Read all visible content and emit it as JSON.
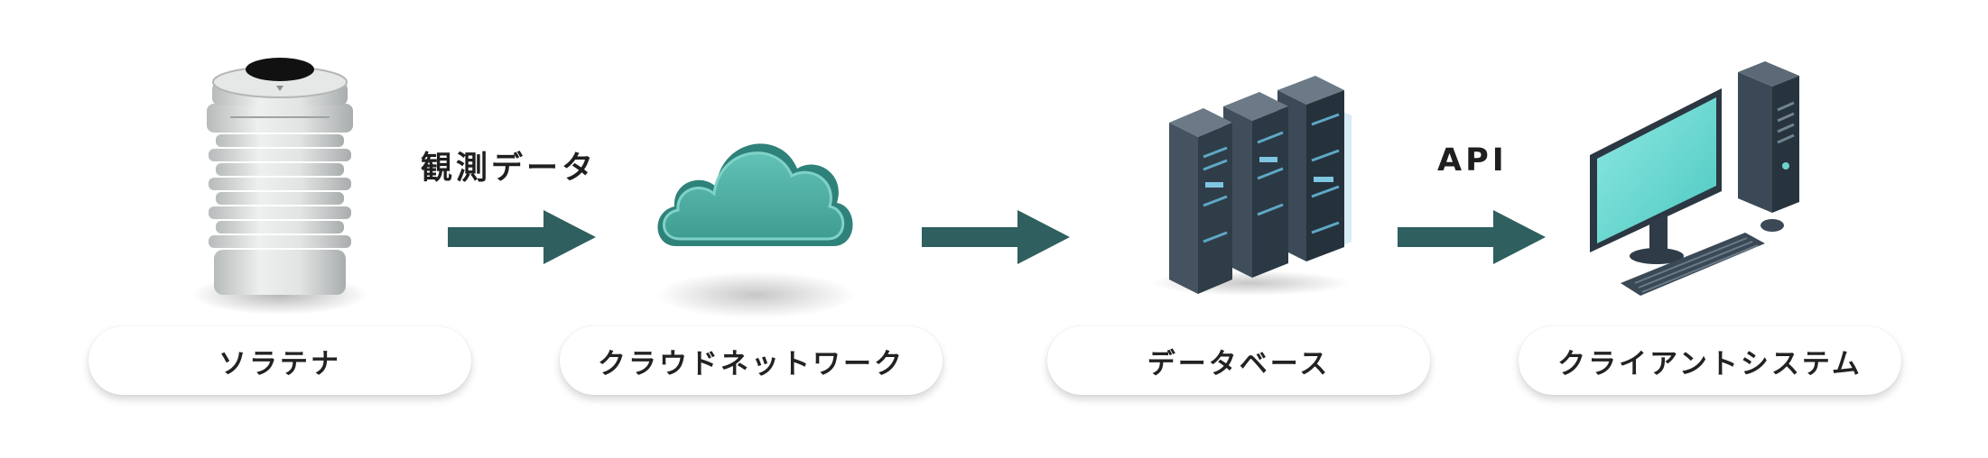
{
  "colors": {
    "arrow": "#2f5f5e",
    "cloud": "#4fb1a6",
    "server": "#2d3b47",
    "monitor_screen": "#5fd6cf",
    "sensor": "#d4d6d6"
  },
  "nodes": [
    {
      "label": "ソラテナ",
      "icon": "sensor-device-icon"
    },
    {
      "label": "クラウドネットワーク",
      "icon": "cloud-icon"
    },
    {
      "label": "データベース",
      "icon": "server-rack-icon"
    },
    {
      "label": "クライアントシステム",
      "icon": "desktop-computer-icon"
    }
  ],
  "edges": [
    {
      "label": "観測データ"
    },
    {
      "label": ""
    },
    {
      "label": "API"
    }
  ]
}
